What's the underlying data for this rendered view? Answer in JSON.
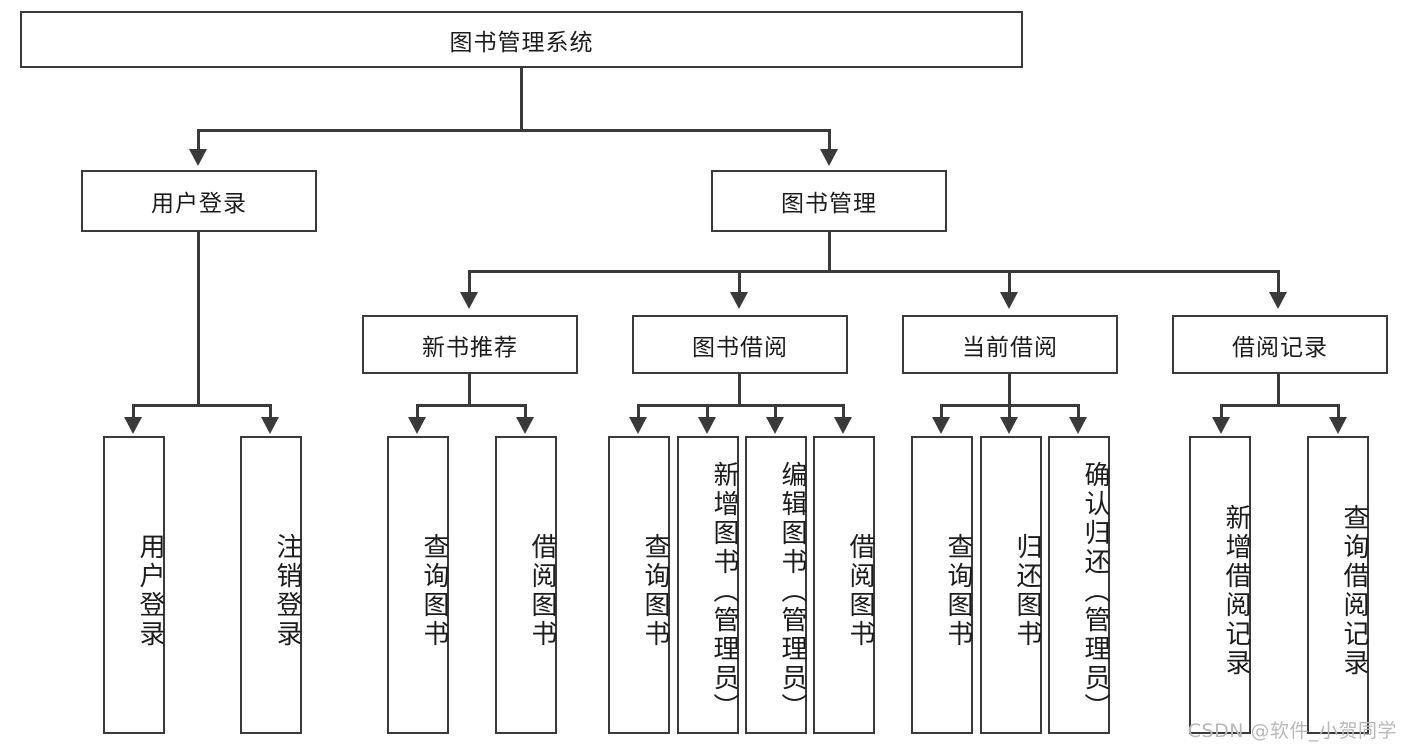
{
  "diagram": {
    "title": "图书管理系统",
    "type": "hierarchy-tree",
    "levels": 4,
    "colors": {
      "stroke": "#3a3a3a",
      "fill": "#ffffff",
      "text": "#1c1c1c",
      "watermark": "#b9b9b9"
    },
    "root": {
      "label": "图书管理系统"
    },
    "level2": [
      {
        "label": "用户登录"
      },
      {
        "label": "图书管理"
      }
    ],
    "level3": [
      {
        "label": "新书推荐"
      },
      {
        "label": "图书借阅"
      },
      {
        "label": "当前借阅"
      },
      {
        "label": "借阅记录"
      }
    ],
    "leaves": {
      "user_login": [
        {
          "label": "用户登录"
        },
        {
          "label": "注销登录"
        }
      ],
      "new_book_recommend": [
        {
          "label": "查询图书"
        },
        {
          "label": "借阅图书"
        }
      ],
      "book_borrow": [
        {
          "label": "查询图书"
        },
        {
          "label": "新增图书（管理员）"
        },
        {
          "label": "编辑图书（管理员）"
        },
        {
          "label": "借阅图书"
        }
      ],
      "current_borrow": [
        {
          "label": "查询图书"
        },
        {
          "label": "归还图书"
        },
        {
          "label": "确认归还（管理员）"
        }
      ],
      "borrow_record": [
        {
          "label": "新增借阅记录"
        },
        {
          "label": "查询借阅记录"
        }
      ]
    }
  },
  "watermark": {
    "text": "CSDN @软件_小贺同学"
  }
}
